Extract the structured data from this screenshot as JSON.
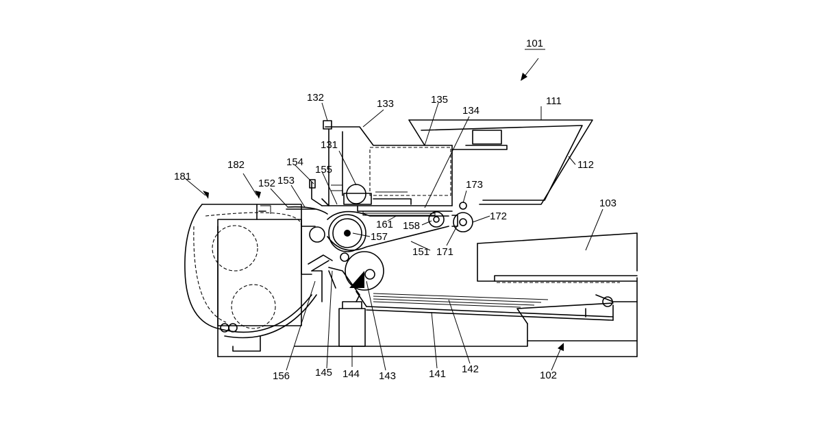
{
  "labels": {
    "l101": "101",
    "l111": "111",
    "l112": "112",
    "l132": "132",
    "l133": "133",
    "l135": "135",
    "l134": "134",
    "l131": "131",
    "l182": "182",
    "l181": "181",
    "l154": "154",
    "l155": "155",
    "l152": "152",
    "l153": "153",
    "l173": "173",
    "l103": "103",
    "l172": "172",
    "l161": "161",
    "l158": "158",
    "l157": "157",
    "l151": "151",
    "l171": "171",
    "l156": "156",
    "l145": "145",
    "l144": "144",
    "l143": "143",
    "l141": "141",
    "l142": "142",
    "l102": "102"
  }
}
